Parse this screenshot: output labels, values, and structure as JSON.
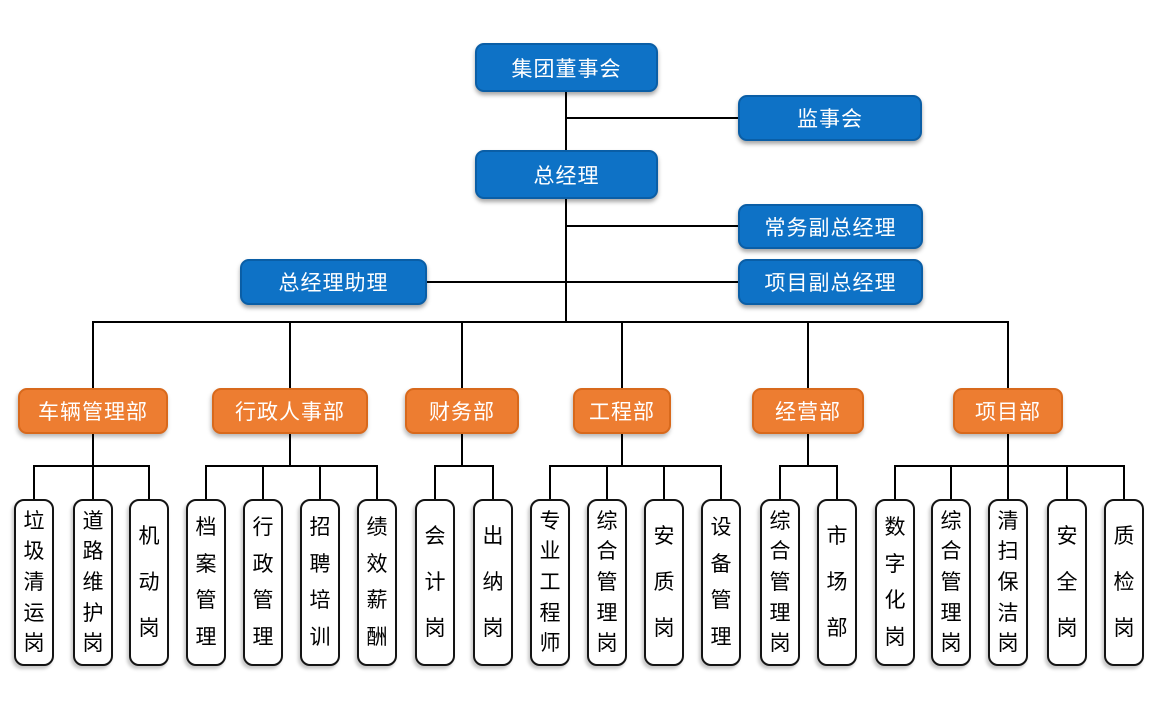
{
  "colors": {
    "primary_blue": "#0e72c6",
    "blue_border": "#0a5ea6",
    "accent_orange": "#ed7d31",
    "orange_border": "#d8691c",
    "connector_line": "#000000",
    "post_border": "#141414",
    "post_background": "#ffffff"
  },
  "nodes": {
    "board": {
      "label": "集团董事会"
    },
    "supervisory": {
      "label": "监事会"
    },
    "general_manager": {
      "label": "总经理"
    },
    "executive_deputy_gm": {
      "label": "常务副总经理"
    },
    "gm_assistant": {
      "label": "总经理助理"
    },
    "project_deputy_gm": {
      "label": "项目副总经理"
    }
  },
  "departments": [
    {
      "label": "车辆管理部",
      "children": [
        "垃圾清运岗",
        "道路维护岗",
        "机动岗"
      ]
    },
    {
      "label": "行政人事部",
      "children": [
        "档案管理",
        "行政管理",
        "招聘培训",
        "绩效薪酬"
      ]
    },
    {
      "label": "财务部",
      "children": [
        "会计岗",
        "出纳岗"
      ]
    },
    {
      "label": "工程部",
      "children": [
        "专业工程师",
        "综合管理岗",
        "安质岗",
        "设备管理"
      ]
    },
    {
      "label": "经营部",
      "children": [
        "综合管理岗",
        "市场部"
      ]
    },
    {
      "label": "项目部",
      "children": [
        "数字化岗",
        "综合管理岗",
        "清扫保洁岗",
        "安全岗",
        "质检岗"
      ]
    }
  ]
}
